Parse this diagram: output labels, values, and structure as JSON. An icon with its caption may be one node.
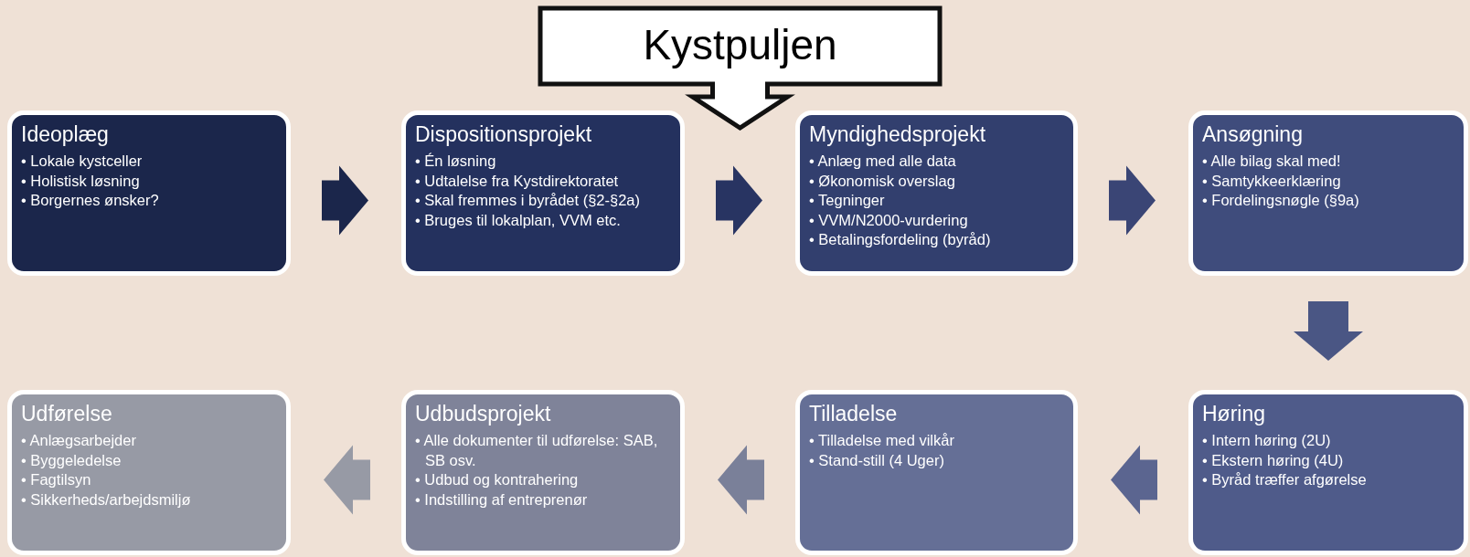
{
  "diagram": {
    "nodes": [
      {
        "text": [
          "Kystpuljen"
        ]
      },
      {
        "text": [
          "Ideoplæg",
          "• Lokale kystceller",
          "• Holistisk løsning",
          "• Borgernes ønsker?"
        ]
      },
      {
        "text": [
          "Dispositionsprojekt",
          "• Én løsning",
          "• Udtalelse fra Kystdirektoratet",
          "• Skal fremmes i byrådet (§2-§2a)",
          "• Bruges til lokalplan, VVM etc."
        ]
      },
      {
        "text": [
          "Myndighedsprojekt",
          "• Anlæg med alle data",
          "• Økonomisk overslag",
          "• Tegninger",
          "• VVM/N2000-vurdering",
          "• Betalingsfordeling (byråd)"
        ]
      },
      {
        "text": [
          "Ansøgning",
          "• Alle bilag skal med!",
          "• Samtykkeerklæring",
          "• Fordelingsnøgle (§9a)"
        ]
      },
      {
        "text": [
          "Høring",
          "• Intern høring (2U)",
          "• Ekstern høring (4U)",
          "• Byråd træffer afgørelse"
        ]
      },
      {
        "text": [
          "Tilladelse",
          "• Tilladelse med vilkår",
          "• Stand-still (4 Uger)"
        ]
      },
      {
        "text": [
          "Udbudsprojekt",
          "• Alle dokumenter til udførelse: SAB, SB osv.",
          "• Udbud og kontrahering",
          "• Indstilling af entreprenør"
        ]
      },
      {
        "text": [
          "Udførelse",
          "• Anlægsarbejder",
          "• Byggeledelse",
          "• Fagtilsyn",
          "• Sikkerheds/arbejdsmiljø"
        ]
      }
    ],
    "edges": [
      {
        "from": 1,
        "to": 2,
        "arrow": "to",
        "color": "#1b264b"
      },
      {
        "from": 2,
        "to": 3,
        "arrow": "to",
        "color": "#283462"
      },
      {
        "from": 3,
        "to": 4,
        "arrow": "to",
        "color": "#3a4575"
      },
      {
        "from": 4,
        "to": 5,
        "arrow": "to",
        "color": "#4a5684"
      },
      {
        "from": 5,
        "to": 6,
        "arrow": "to",
        "color": "#5b6590"
      },
      {
        "from": 6,
        "to": 7,
        "arrow": "to",
        "color": "#7a8099"
      },
      {
        "from": 7,
        "to": 8,
        "arrow": "to",
        "color": "#979aa5"
      }
    ]
  }
}
